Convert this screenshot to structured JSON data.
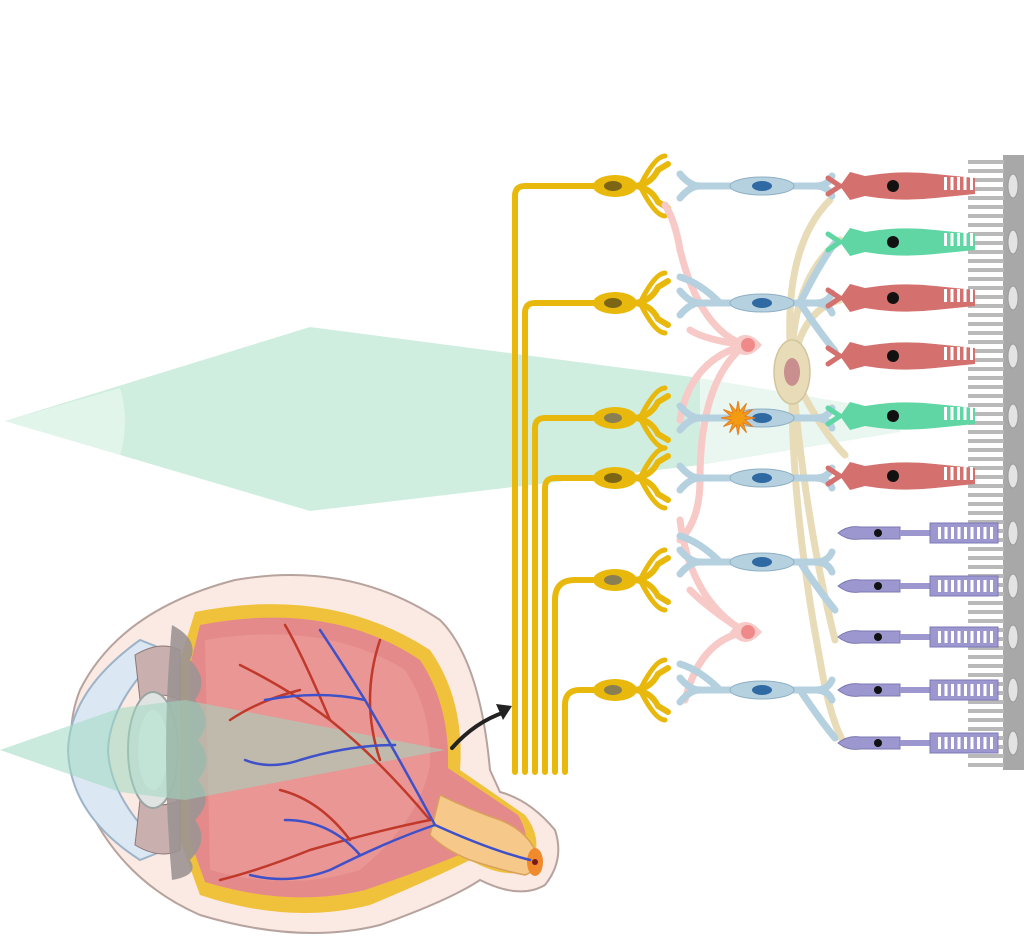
{
  "diagram": {
    "subject": "retina-cross-section",
    "labels": [],
    "colors": {
      "light_beam": "#bfe8d4",
      "ganglion": "#e8b90c",
      "bipolar": "#b5d0df",
      "bipolar_nucleus": "#2f6aa3",
      "amacrine": "#f7c9c7",
      "amacrine_nucleus": "#f08a8a",
      "horizontal": "#e8dcb8",
      "horizontal_nucleus": "#c98e8e",
      "cone_red": "#d4716f",
      "cone_green": "#5fd6a4",
      "rod": "#9c98cf",
      "epithelium": "#a8a8a8",
      "spark": "#f39c12",
      "sclera": "#fbe9e3",
      "choroid": "#f0c23c",
      "retina": "#e48a8a",
      "artery": "#c0392b",
      "vein": "#3f51c9"
    },
    "photoreceptors": [
      "cone-red",
      "cone-green",
      "cone-red",
      "cone-red",
      "cone-green",
      "cone-red",
      "rod",
      "rod",
      "rod",
      "rod",
      "rod"
    ],
    "ganglion_cell_count": 6,
    "bipolar_cell_count": 6,
    "amacrine_cell_count": 2,
    "horizontal_cell_count": 1,
    "icons": [
      "eye-cross-section",
      "zoom-arrow-icon",
      "light-beam",
      "activation-spark-icon"
    ]
  }
}
